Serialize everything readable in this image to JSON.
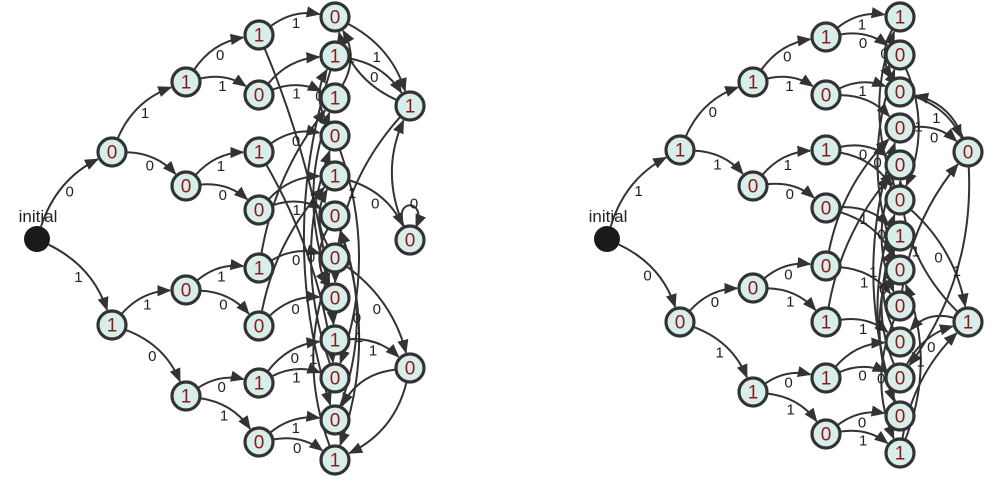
{
  "diagrams": [
    {
      "id": "left",
      "initial_label": "initial",
      "states": [
        {
          "id": "a",
          "v": "0"
        },
        {
          "id": "b",
          "v": "1"
        },
        {
          "id": "c",
          "v": "1"
        },
        {
          "id": "d",
          "v": "0"
        },
        {
          "id": "e",
          "v": "0"
        },
        {
          "id": "f",
          "v": "1"
        },
        {
          "id": "g",
          "v": "1"
        },
        {
          "id": "h",
          "v": "0"
        },
        {
          "id": "i",
          "v": "1"
        },
        {
          "id": "j",
          "v": "0"
        },
        {
          "id": "k",
          "v": "1"
        },
        {
          "id": "l",
          "v": "0"
        },
        {
          "id": "m",
          "v": "1"
        },
        {
          "id": "n",
          "v": "0"
        },
        {
          "id": "t0",
          "v": "0"
        },
        {
          "id": "t1",
          "v": "1"
        },
        {
          "id": "t2",
          "v": "1"
        },
        {
          "id": "t3",
          "v": "0"
        },
        {
          "id": "t4",
          "v": "1"
        },
        {
          "id": "t5",
          "v": "0"
        },
        {
          "id": "t6",
          "v": "0"
        },
        {
          "id": "t7",
          "v": "0"
        },
        {
          "id": "t8",
          "v": "1"
        },
        {
          "id": "t9",
          "v": "0"
        },
        {
          "id": "t10",
          "v": "0"
        },
        {
          "id": "t11",
          "v": "1"
        },
        {
          "id": "r1",
          "v": "1"
        },
        {
          "id": "r2",
          "v": "0"
        },
        {
          "id": "r3",
          "v": "0"
        }
      ],
      "edges": [
        {
          "from": "init",
          "to": "a",
          "label": "0"
        },
        {
          "from": "init",
          "to": "b",
          "label": "1"
        },
        {
          "from": "a",
          "to": "c",
          "label": "1"
        },
        {
          "from": "a",
          "to": "d",
          "label": "0"
        },
        {
          "from": "b",
          "to": "e",
          "label": "1"
        },
        {
          "from": "b",
          "to": "f",
          "label": "0"
        },
        {
          "from": "c",
          "to": "g",
          "label": "0"
        },
        {
          "from": "c",
          "to": "h",
          "label": "1"
        },
        {
          "from": "d",
          "to": "i",
          "label": "1"
        },
        {
          "from": "d",
          "to": "j",
          "label": "0"
        },
        {
          "from": "e",
          "to": "k",
          "label": "1"
        },
        {
          "from": "e",
          "to": "l",
          "label": "0"
        },
        {
          "from": "f",
          "to": "m",
          "label": "0"
        },
        {
          "from": "f",
          "to": "n",
          "label": "1"
        },
        {
          "from": "g",
          "to": "t0",
          "label": "1"
        },
        {
          "from": "g",
          "to": "t8",
          "label": ""
        },
        {
          "from": "h",
          "to": "t2",
          "label": "1"
        },
        {
          "from": "h",
          "to": "t1",
          "label": ""
        },
        {
          "from": "i",
          "to": "t3",
          "label": "0"
        },
        {
          "from": "i",
          "to": "t9",
          "label": ""
        },
        {
          "from": "j",
          "to": "t5",
          "label": "1"
        },
        {
          "from": "j",
          "to": "t4",
          "label": ""
        },
        {
          "from": "k",
          "to": "t6",
          "label": "0"
        },
        {
          "from": "k",
          "to": "t2",
          "label": ""
        },
        {
          "from": "l",
          "to": "t7",
          "label": "0"
        },
        {
          "from": "l",
          "to": "t4",
          "label": ""
        },
        {
          "from": "m",
          "to": "t9",
          "label": "1"
        },
        {
          "from": "m",
          "to": "t8",
          "label": "0"
        },
        {
          "from": "n",
          "to": "t10",
          "label": "1"
        },
        {
          "from": "n",
          "to": "t11",
          "label": "0"
        },
        {
          "from": "t0",
          "to": "r1",
          "label": "1"
        },
        {
          "from": "t1",
          "to": "r1",
          "label": "0"
        },
        {
          "from": "t2",
          "to": "t0",
          "label": "1"
        },
        {
          "from": "t3",
          "to": "t1",
          "label": "0"
        },
        {
          "from": "t4",
          "to": "r2",
          "label": "0"
        },
        {
          "from": "t5",
          "to": "t11",
          "label": "1"
        },
        {
          "from": "t6",
          "to": "r3",
          "label": "0"
        },
        {
          "from": "t7",
          "to": "t2",
          "label": "1"
        },
        {
          "from": "t8",
          "to": "r3",
          "label": "1"
        },
        {
          "from": "t9",
          "to": "t3",
          "label": "0"
        },
        {
          "from": "t10",
          "to": "t5",
          "label": "0"
        },
        {
          "from": "t11",
          "to": "t6",
          "label": "1"
        },
        {
          "from": "r1",
          "to": "t7",
          "label": "1"
        },
        {
          "from": "r1",
          "to": "t0",
          "label": ""
        },
        {
          "from": "r2",
          "to": "r2",
          "label": "0"
        },
        {
          "from": "r2",
          "to": "r1",
          "label": ""
        },
        {
          "from": "r3",
          "to": "t10",
          "label": ""
        },
        {
          "from": "r3",
          "to": "t11",
          "label": ""
        },
        {
          "from": "t1",
          "to": "t10",
          "label": ""
        },
        {
          "from": "t3",
          "to": "t9",
          "label": ""
        },
        {
          "from": "t5",
          "to": "t7",
          "label": ""
        },
        {
          "from": "t6",
          "to": "t4",
          "label": ""
        }
      ]
    },
    {
      "id": "right",
      "initial_label": "initial",
      "states": [
        {
          "id": "a",
          "v": "1"
        },
        {
          "id": "b",
          "v": "0"
        },
        {
          "id": "c",
          "v": "1"
        },
        {
          "id": "d",
          "v": "0"
        },
        {
          "id": "e",
          "v": "0"
        },
        {
          "id": "f",
          "v": "1"
        },
        {
          "id": "g",
          "v": "1"
        },
        {
          "id": "h",
          "v": "0"
        },
        {
          "id": "i",
          "v": "1"
        },
        {
          "id": "j",
          "v": "0"
        },
        {
          "id": "k",
          "v": "0"
        },
        {
          "id": "l",
          "v": "1"
        },
        {
          "id": "m",
          "v": "1"
        },
        {
          "id": "n",
          "v": "0"
        },
        {
          "id": "t0",
          "v": "1"
        },
        {
          "id": "t1",
          "v": "0"
        },
        {
          "id": "t2",
          "v": "0"
        },
        {
          "id": "t3",
          "v": "0"
        },
        {
          "id": "t4",
          "v": "0"
        },
        {
          "id": "t5",
          "v": "0"
        },
        {
          "id": "t6",
          "v": "1"
        },
        {
          "id": "t7",
          "v": "0"
        },
        {
          "id": "t8",
          "v": "0"
        },
        {
          "id": "t9",
          "v": "0"
        },
        {
          "id": "t10",
          "v": "0"
        },
        {
          "id": "t11",
          "v": "0"
        },
        {
          "id": "t12",
          "v": "1"
        },
        {
          "id": "r1",
          "v": "0"
        },
        {
          "id": "r2",
          "v": "1"
        }
      ],
      "edges": [
        {
          "from": "init",
          "to": "a",
          "label": "1"
        },
        {
          "from": "init",
          "to": "b",
          "label": "0"
        },
        {
          "from": "a",
          "to": "c",
          "label": "0"
        },
        {
          "from": "a",
          "to": "d",
          "label": "1"
        },
        {
          "from": "b",
          "to": "e",
          "label": "0"
        },
        {
          "from": "b",
          "to": "f",
          "label": "1"
        },
        {
          "from": "c",
          "to": "g",
          "label": "0"
        },
        {
          "from": "c",
          "to": "h",
          "label": "1"
        },
        {
          "from": "d",
          "to": "i",
          "label": "1"
        },
        {
          "from": "d",
          "to": "j",
          "label": "0"
        },
        {
          "from": "e",
          "to": "k",
          "label": "0"
        },
        {
          "from": "e",
          "to": "l",
          "label": "1"
        },
        {
          "from": "f",
          "to": "m",
          "label": "0"
        },
        {
          "from": "f",
          "to": "n",
          "label": "1"
        },
        {
          "from": "g",
          "to": "t0",
          "label": "1"
        },
        {
          "from": "g",
          "to": "t1",
          "label": "0"
        },
        {
          "from": "h",
          "to": "t2",
          "label": "1"
        },
        {
          "from": "h",
          "to": "t3",
          "label": ""
        },
        {
          "from": "i",
          "to": "t4",
          "label": "0"
        },
        {
          "from": "i",
          "to": "t5",
          "label": ""
        },
        {
          "from": "j",
          "to": "t6",
          "label": "1"
        },
        {
          "from": "j",
          "to": "t7",
          "label": ""
        },
        {
          "from": "k",
          "to": "t8",
          "label": "1"
        },
        {
          "from": "k",
          "to": "t3",
          "label": ""
        },
        {
          "from": "l",
          "to": "t9",
          "label": "1"
        },
        {
          "from": "l",
          "to": "t4",
          "label": ""
        },
        {
          "from": "m",
          "to": "t10",
          "label": "0"
        },
        {
          "from": "m",
          "to": "t9",
          "label": ""
        },
        {
          "from": "n",
          "to": "t11",
          "label": "0"
        },
        {
          "from": "n",
          "to": "t12",
          "label": "1"
        },
        {
          "from": "t0",
          "to": "t2",
          "label": "0"
        },
        {
          "from": "t1",
          "to": "t5",
          "label": "1"
        },
        {
          "from": "t2",
          "to": "r1",
          "label": "1"
        },
        {
          "from": "t3",
          "to": "r1",
          "label": "0"
        },
        {
          "from": "t4",
          "to": "t8",
          "label": "0"
        },
        {
          "from": "t5",
          "to": "r2",
          "label": "0"
        },
        {
          "from": "t6",
          "to": "t11",
          "label": "1"
        },
        {
          "from": "t7",
          "to": "t1",
          "label": "0"
        },
        {
          "from": "t8",
          "to": "t12",
          "label": "0"
        },
        {
          "from": "t9",
          "to": "t6",
          "label": "0"
        },
        {
          "from": "t10",
          "to": "r2",
          "label": "0"
        },
        {
          "from": "t11",
          "to": "t3",
          "label": "1"
        },
        {
          "from": "t12",
          "to": "t7",
          "label": "1"
        },
        {
          "from": "r1",
          "to": "t10",
          "label": "1"
        },
        {
          "from": "r1",
          "to": "t2",
          "label": ""
        },
        {
          "from": "r2",
          "to": "t4",
          "label": "1"
        },
        {
          "from": "r2",
          "to": "t9",
          "label": ""
        },
        {
          "from": "t5",
          "to": "t0",
          "label": ""
        },
        {
          "from": "t8",
          "to": "r1",
          "label": ""
        },
        {
          "from": "t10",
          "to": "t6",
          "label": ""
        },
        {
          "from": "t12",
          "to": "r2",
          "label": ""
        },
        {
          "from": "t11",
          "to": "t5",
          "label": ""
        }
      ]
    }
  ]
}
